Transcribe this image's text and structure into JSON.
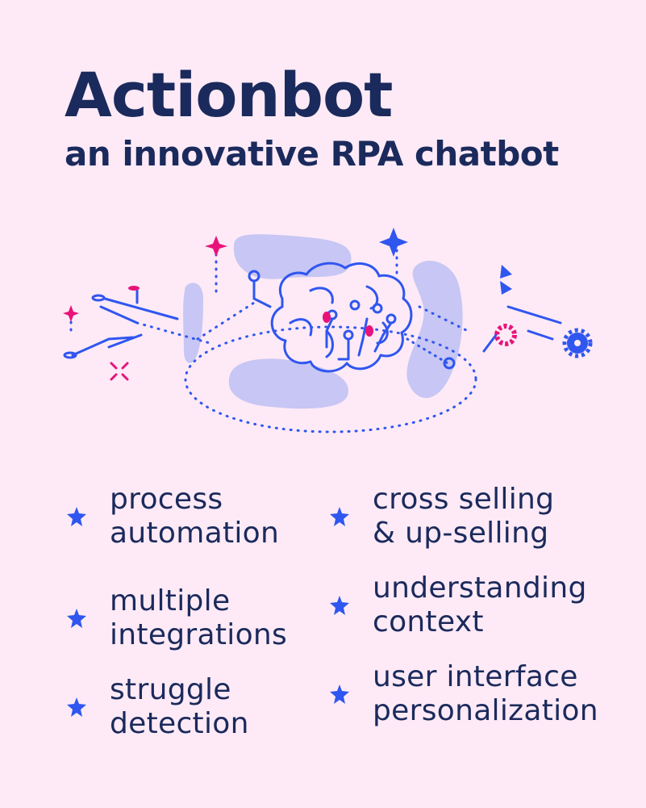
{
  "title": "Actionbot",
  "subtitle": "an innovative RPA chatbot",
  "icons": {
    "illustration": "brain-circuit-icon",
    "bullet": "star-icon"
  },
  "colors": {
    "background": "#fdeaf6",
    "text": "#1b2a5c",
    "accent_blue": "#3056f0",
    "accent_pink": "#e8137a",
    "soft_blob": "#c7c6f4"
  },
  "features": [
    {
      "line1": "process",
      "line2": "automation"
    },
    {
      "line1": "cross selling",
      "line2": "& up-selling"
    },
    {
      "line1": "multiple",
      "line2": "integrations"
    },
    {
      "line1": "understanding",
      "line2": "context"
    },
    {
      "line1": "struggle",
      "line2": "detection"
    },
    {
      "line1": "user interface",
      "line2": "personalization"
    }
  ]
}
